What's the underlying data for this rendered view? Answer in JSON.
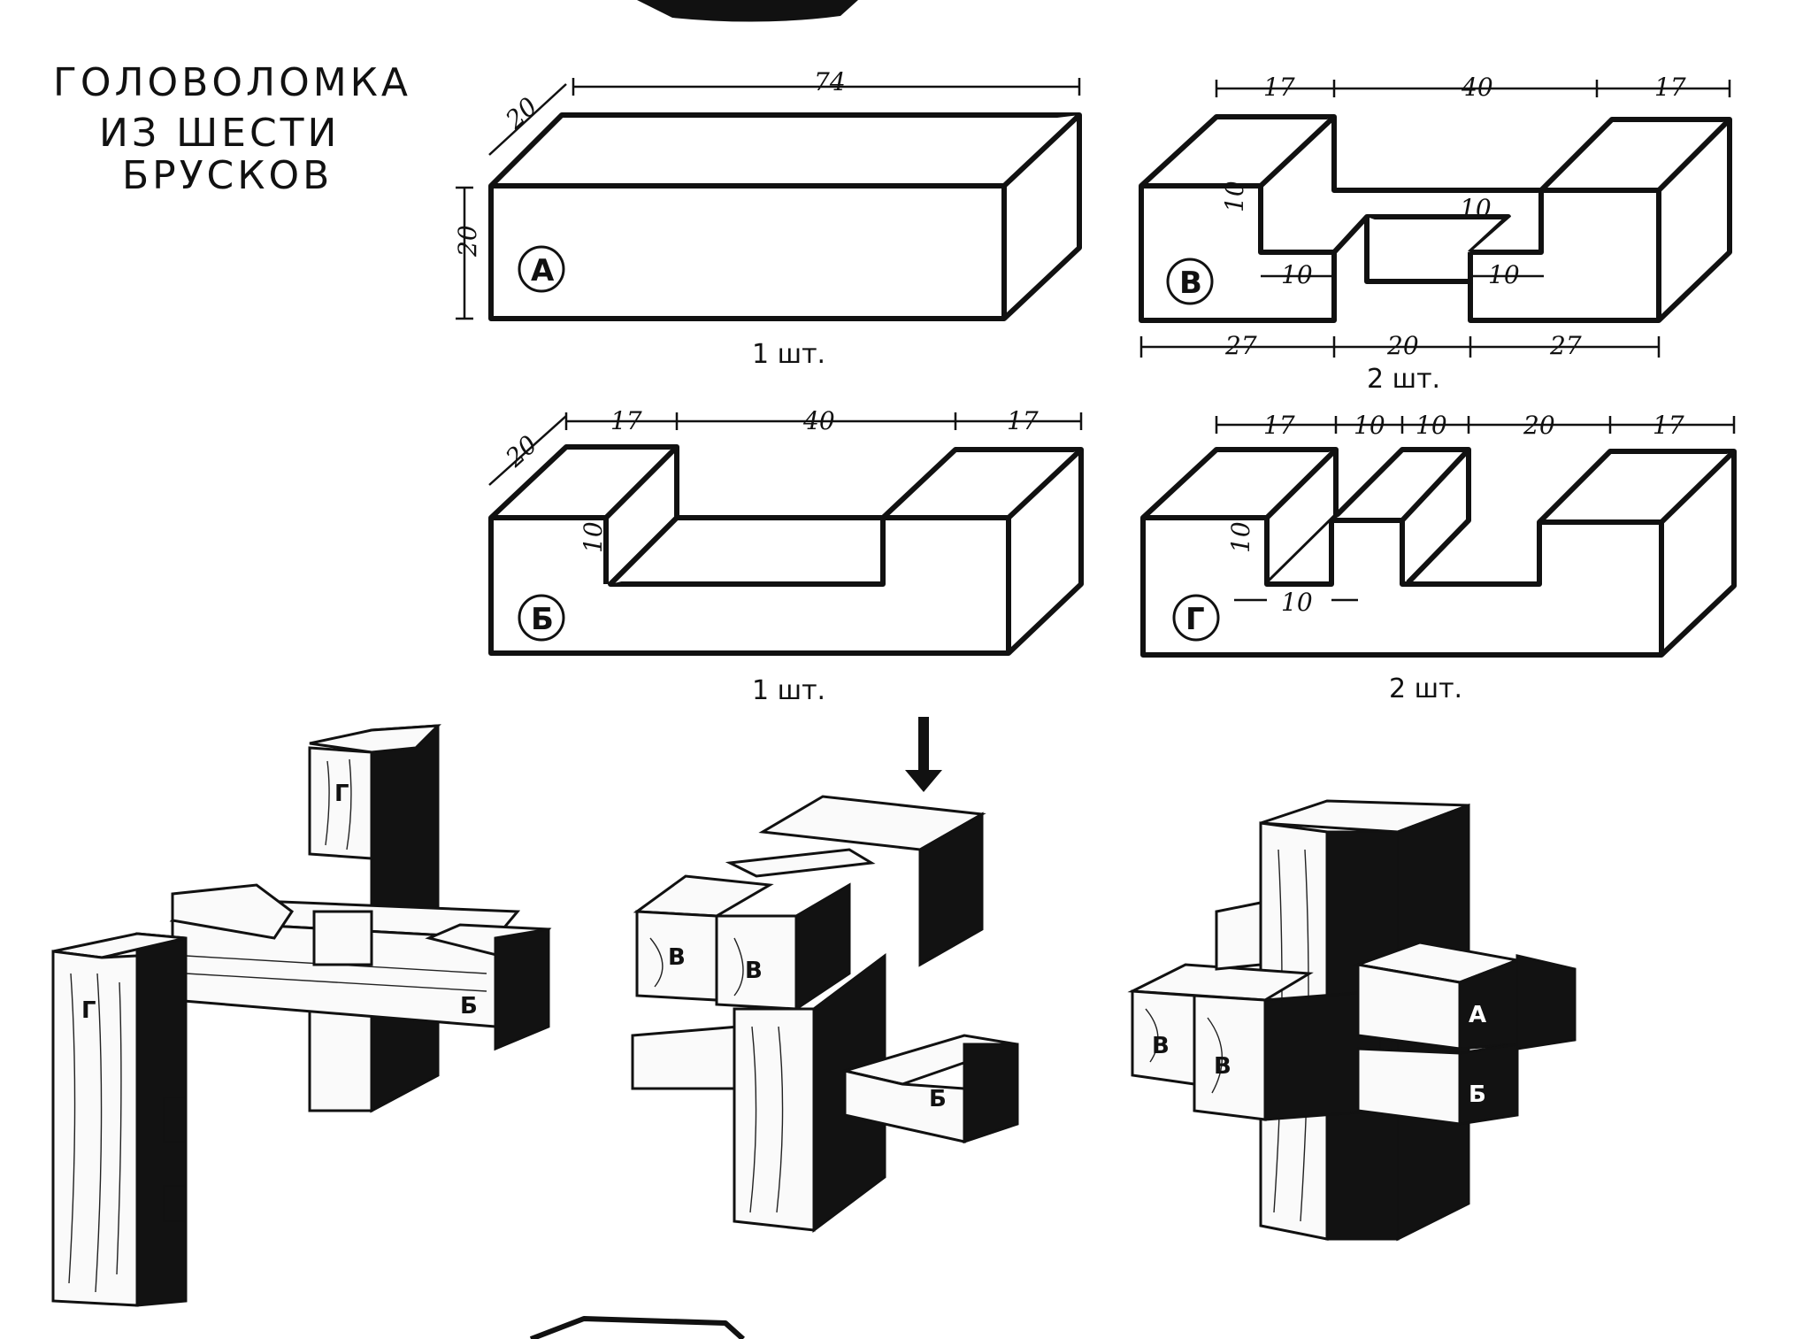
{
  "title": {
    "line1": "ГОЛОВОЛОМКА",
    "line2": "ИЗ ШЕСТИ",
    "line3": "БРУСКОВ"
  },
  "parts": {
    "a": {
      "label": "А",
      "qty": "1 шт.",
      "dims": {
        "length": "74",
        "width": "20",
        "height": "20"
      }
    },
    "b": {
      "label": "Б",
      "qty": "1 шт.",
      "dims": {
        "width": "20",
        "left": "17",
        "middle": "40",
        "right": "17",
        "depth": "10"
      }
    },
    "v": {
      "label": "В",
      "qty": "2 шт.",
      "dims": {
        "left": "17",
        "middle": "40",
        "right": "17",
        "depth": "10",
        "slot": "10",
        "inner_left": "10",
        "inner_right": "10",
        "bottom_left": "27",
        "bottom_middle": "20",
        "bottom_right": "27"
      }
    },
    "g": {
      "label": "Г",
      "qty": "2 шт.",
      "dims": {
        "left": "17",
        "gap1": "10",
        "gap2": "10",
        "gap3": "20",
        "right": "17",
        "depth": "10",
        "bottom": "10"
      }
    }
  },
  "assembly": {
    "step1": {
      "labels": [
        "Г",
        "Г",
        "Б"
      ]
    },
    "step2": {
      "labels": [
        "В",
        "В",
        "Б"
      ]
    },
    "step3": {
      "labels": [
        "В",
        "В",
        "А",
        "Б"
      ]
    }
  }
}
